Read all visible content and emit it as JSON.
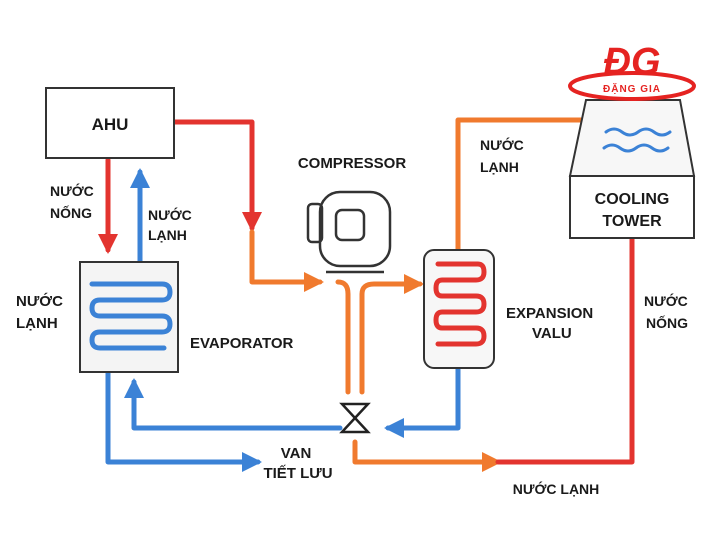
{
  "logo": {
    "mark": "ĐG",
    "name": "ĐẶNG GIA"
  },
  "components": {
    "ahu": "AHU",
    "compressor": "COMPRESSOR",
    "evaporator": "EVAPORATOR",
    "expansion_line1": "EXPANSION",
    "expansion_line2": "VALU",
    "cooling_line1": "COOLING",
    "cooling_line2": "TOWER",
    "van_line1": "VAN",
    "van_line2": "TIẾT LƯU"
  },
  "labels": {
    "ahu_hot_line1": "NƯỚC",
    "ahu_hot_line2": "NỐNG",
    "ahu_cold_line1": "NƯỚC",
    "ahu_cold_line2": "LẠNH",
    "evap_side_line1": "NƯỚC",
    "evap_side_line2": "LẠNH",
    "tower_in_line1": "NƯỚC",
    "tower_in_line2": "LẠNH",
    "tower_out_line1": "NƯỚC",
    "tower_out_line2": "NỐNG",
    "bottom_return": "NƯỚC LẠNH"
  },
  "colors": {
    "hot": "#e3342f",
    "cold": "#3b82d6",
    "refrigerant": "#f07a2e",
    "box_border": "#333333",
    "logo_red": "#e52321"
  }
}
